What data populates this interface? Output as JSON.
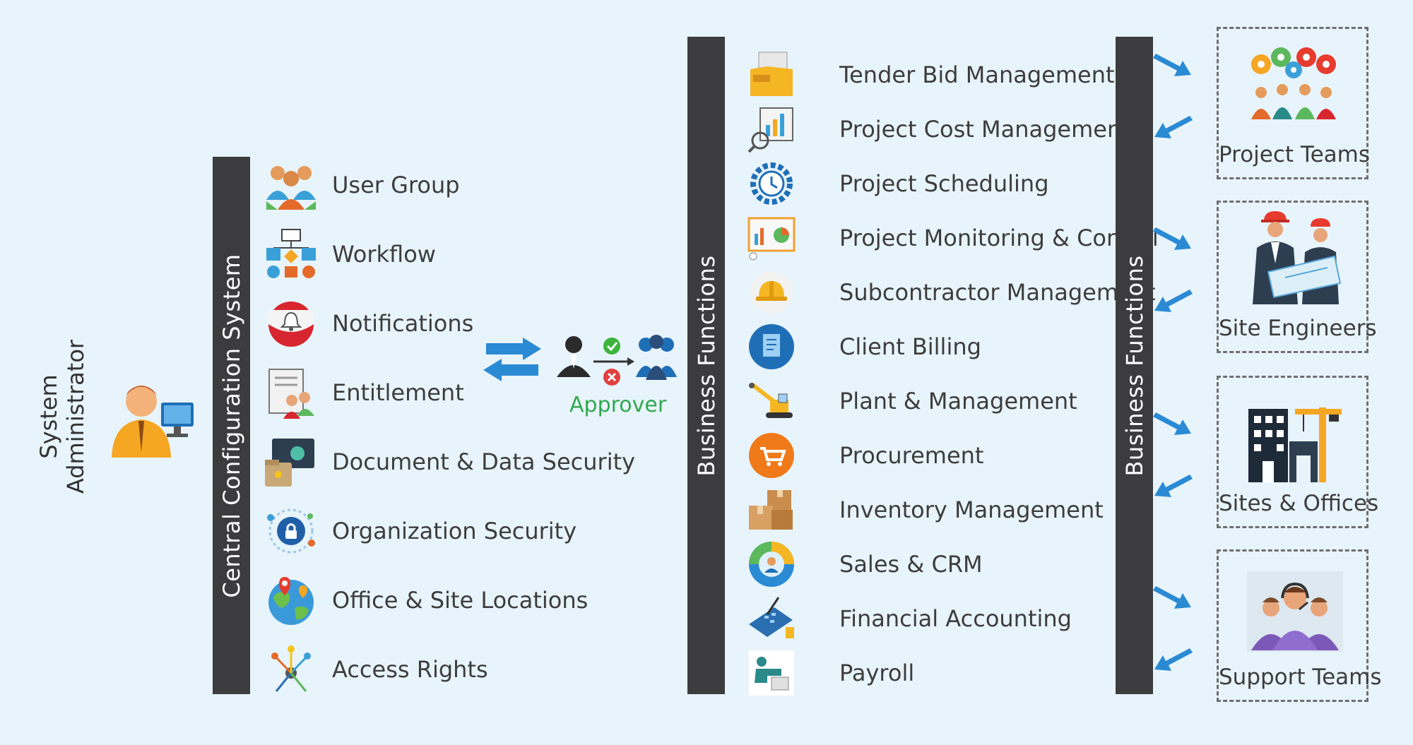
{
  "admin": {
    "label_line1": "System",
    "label_line2": "Administrator"
  },
  "central_bar": {
    "label": "Central Configuration System"
  },
  "config_items": [
    {
      "label": "User Group",
      "icon": "user-group-icon"
    },
    {
      "label": "Workflow",
      "icon": "workflow-icon"
    },
    {
      "label": "Notifications",
      "icon": "notifications-icon"
    },
    {
      "label": "Entitlement",
      "icon": "entitlement-icon"
    },
    {
      "label": "Document & Data Security",
      "icon": "document-security-icon"
    },
    {
      "label": "Organization Security",
      "icon": "organization-security-icon"
    },
    {
      "label": "Office & Site Locations",
      "icon": "globe-location-icon"
    },
    {
      "label": "Access Rights",
      "icon": "access-rights-icon"
    }
  ],
  "approver": {
    "label": "Approver"
  },
  "business_bar_left": {
    "label": "Business Functions"
  },
  "business_bar_right": {
    "label": "Business Functions"
  },
  "business_items": [
    {
      "label": "Tender Bid Management",
      "icon": "tender-folder-icon"
    },
    {
      "label": "Project Cost Management",
      "icon": "cost-analysis-icon"
    },
    {
      "label": "Project Scheduling",
      "icon": "scheduling-gear-clock-icon"
    },
    {
      "label": "Project Monitoring & Control",
      "icon": "monitoring-dashboard-icon"
    },
    {
      "label": "Subcontractor Management",
      "icon": "hard-hat-icon"
    },
    {
      "label": "Client Billing",
      "icon": "billing-document-icon"
    },
    {
      "label": "Plant & Management",
      "icon": "crane-vehicle-icon"
    },
    {
      "label": "Procurement",
      "icon": "shopping-cart-icon"
    },
    {
      "label": "Inventory  Management",
      "icon": "inventory-boxes-icon"
    },
    {
      "label": "Sales & CRM",
      "icon": "sales-crm-icon"
    },
    {
      "label": "Financial Accounting",
      "icon": "calculator-icon"
    },
    {
      "label": "Payroll",
      "icon": "payroll-icon"
    }
  ],
  "teams": [
    {
      "label": "Project Teams",
      "icon": "project-teams-icon"
    },
    {
      "label": "Site Engineers",
      "icon": "site-engineers-icon"
    },
    {
      "label": "Sites & Offices",
      "icon": "building-crane-icon"
    },
    {
      "label": "Support Teams",
      "icon": "support-headset-icon"
    }
  ],
  "colors": {
    "background": "#e8f4fb",
    "bar": "#3c3c3e",
    "arrow": "#2a8ad4",
    "approver": "#2fa84f"
  }
}
